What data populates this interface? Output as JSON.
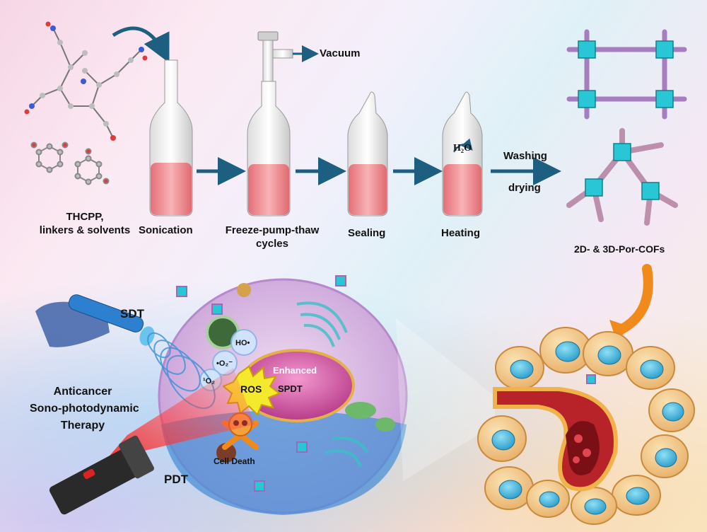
{
  "labels": {
    "precursors_line1": "THCPP,",
    "precursors_line2": "linkers & solvents",
    "sonication": "Sonication",
    "freeze_line1": "Freeze-pump-thaw",
    "freeze_line2": "cycles",
    "vacuum": "Vacuum",
    "sealing": "Sealing",
    "heating": "Heating",
    "h2o": "H₂O",
    "washing": "Washing",
    "drying": "drying",
    "product": "2D- & 3D-Por-COFs",
    "sdt": "SDT",
    "pdt": "PDT",
    "therapy_line1": "Anticancer",
    "therapy_line2": "Sono-photodynamic",
    "therapy_line3": "Therapy",
    "ho_radical": "HO•",
    "superoxide": "•O₂⁻",
    "singlet_oxygen": "¹O₂",
    "ros": "ROS",
    "enhanced": "Enhanced",
    "spdt": "SPDT",
    "cell_death": "Cell Death"
  },
  "colors": {
    "arrow": "#1d5f80",
    "solution": "#e8777f",
    "cof_node": "#29c6d6",
    "cof_linker": "#9a6bb6",
    "cell_membrane": "#c9a8d8",
    "nucleus": "#d24f9c",
    "flashlight_beam": "#ff3b3b",
    "curved_arrow": "#f08a1a"
  }
}
